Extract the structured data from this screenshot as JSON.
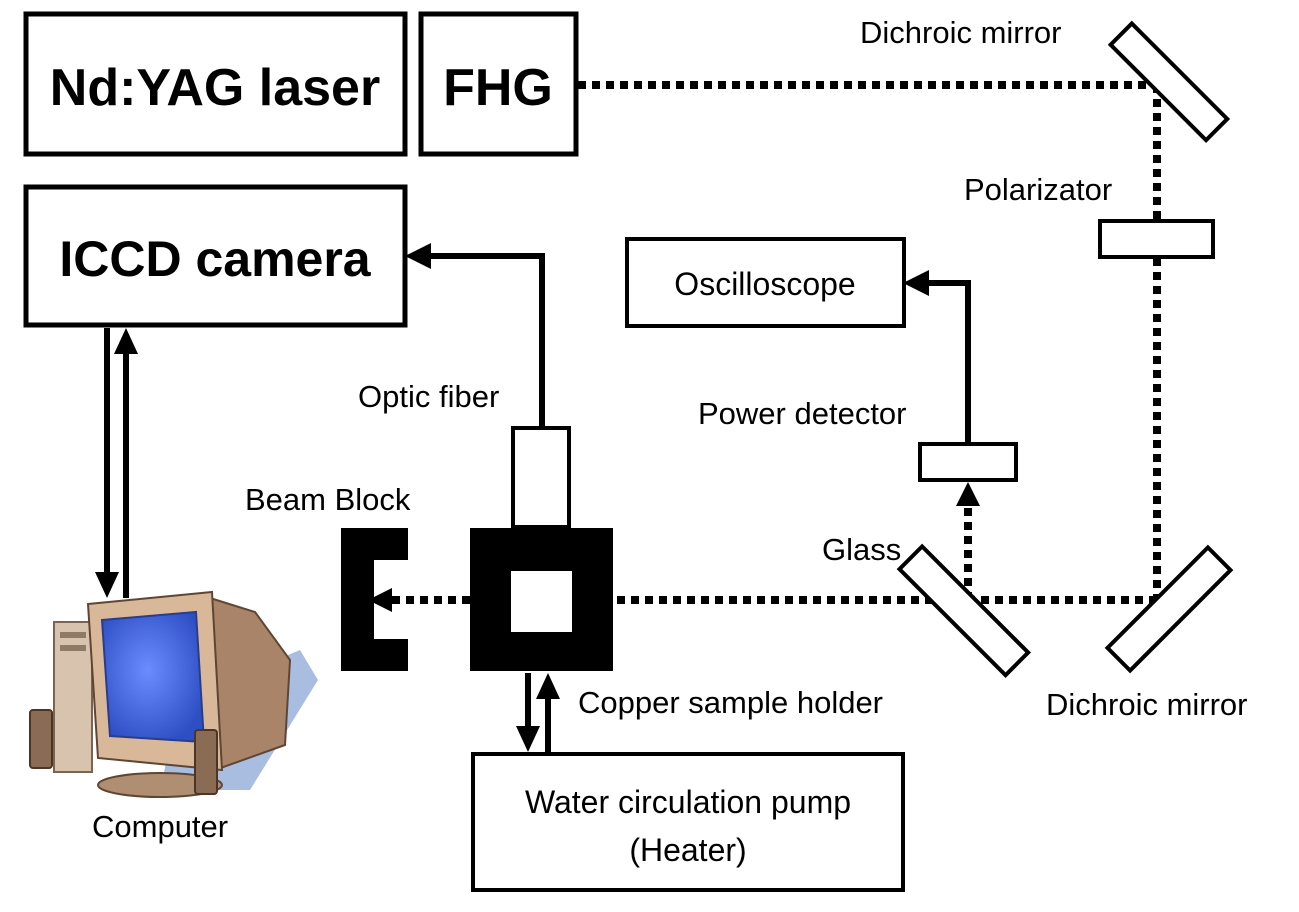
{
  "boxes": {
    "laser": "Nd:YAG laser",
    "fhg": "FHG",
    "iccd": "ICCD camera",
    "oscilloscope": "Oscilloscope",
    "pump_line1": "Water circulation pump",
    "pump_line2": "(Heater)"
  },
  "labels": {
    "dichroic_mirror_top": "Dichroic mirror",
    "polarizator": "Polarizator",
    "optic_fiber": "Optic fiber",
    "power_detector": "Power detector",
    "beam_block": "Beam Block",
    "glass": "Glass",
    "copper_sample_holder": "Copper sample holder",
    "dichroic_mirror_bottom": "Dichroic mirror",
    "computer": "Computer"
  },
  "icons": {
    "computer": "computer-icon"
  },
  "colors": {
    "line": "#000000",
    "screen": "#3e63e0",
    "monitor_body": "#c9a58a",
    "shadow": "#a9bde0"
  }
}
